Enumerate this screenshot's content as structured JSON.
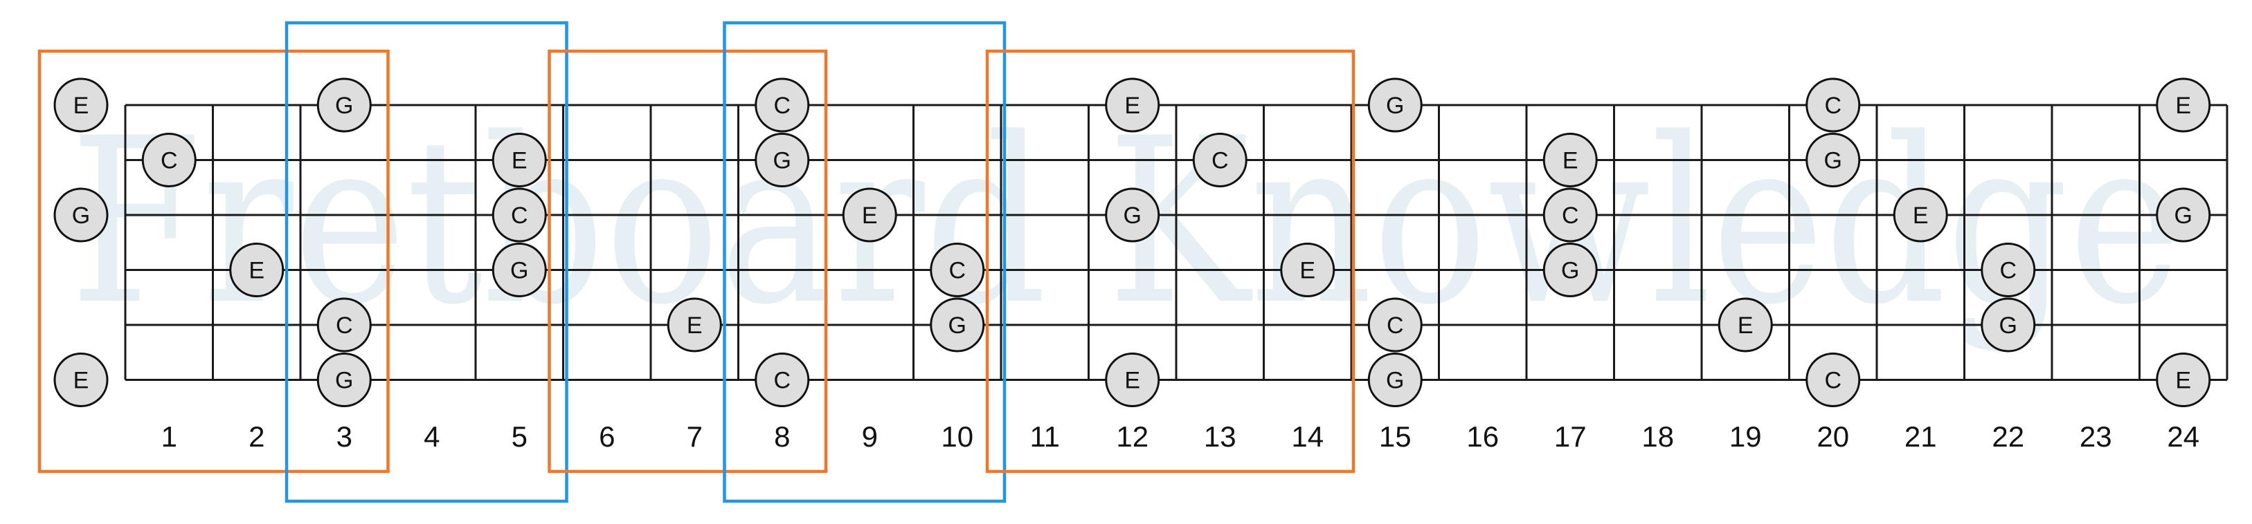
{
  "watermark": "Fretboard Knowledge",
  "colors": {
    "background": "#ffffff",
    "lines": "#1a1a1a",
    "note_fill": "#dedede",
    "note_stroke": "#111111",
    "text": "#111111",
    "orange_box": "#f07828",
    "blue_box": "#2196e8",
    "watermark": "#e6eff4"
  },
  "fretboard": {
    "strings": 6,
    "frets": 24,
    "string_labels_note": "string 1 is the top line (high E), string 6 is the bottom line (low E)"
  },
  "fret_numbers": [
    "1",
    "2",
    "3",
    "4",
    "5",
    "6",
    "7",
    "8",
    "9",
    "10",
    "11",
    "12",
    "13",
    "14",
    "15",
    "16",
    "17",
    "18",
    "19",
    "20",
    "21",
    "22",
    "23",
    "24"
  ],
  "notes": [
    {
      "fret": 0,
      "string": 1,
      "label": "E"
    },
    {
      "fret": 0,
      "string": 3,
      "label": "G"
    },
    {
      "fret": 0,
      "string": 6,
      "label": "E"
    },
    {
      "fret": 1,
      "string": 2,
      "label": "C"
    },
    {
      "fret": 2,
      "string": 4,
      "label": "E"
    },
    {
      "fret": 3,
      "string": 1,
      "label": "G"
    },
    {
      "fret": 3,
      "string": 5,
      "label": "C"
    },
    {
      "fret": 3,
      "string": 6,
      "label": "G"
    },
    {
      "fret": 5,
      "string": 2,
      "label": "E"
    },
    {
      "fret": 5,
      "string": 3,
      "label": "C"
    },
    {
      "fret": 5,
      "string": 4,
      "label": "G"
    },
    {
      "fret": 7,
      "string": 5,
      "label": "E"
    },
    {
      "fret": 8,
      "string": 1,
      "label": "C"
    },
    {
      "fret": 8,
      "string": 2,
      "label": "G"
    },
    {
      "fret": 8,
      "string": 6,
      "label": "C"
    },
    {
      "fret": 9,
      "string": 3,
      "label": "E"
    },
    {
      "fret": 10,
      "string": 4,
      "label": "C"
    },
    {
      "fret": 10,
      "string": 5,
      "label": "G"
    },
    {
      "fret": 12,
      "string": 1,
      "label": "E"
    },
    {
      "fret": 12,
      "string": 3,
      "label": "G"
    },
    {
      "fret": 12,
      "string": 6,
      "label": "E"
    },
    {
      "fret": 13,
      "string": 2,
      "label": "C"
    },
    {
      "fret": 14,
      "string": 4,
      "label": "E"
    },
    {
      "fret": 15,
      "string": 1,
      "label": "G"
    },
    {
      "fret": 15,
      "string": 5,
      "label": "C"
    },
    {
      "fret": 15,
      "string": 6,
      "label": "G"
    },
    {
      "fret": 17,
      "string": 2,
      "label": "E"
    },
    {
      "fret": 17,
      "string": 3,
      "label": "C"
    },
    {
      "fret": 17,
      "string": 4,
      "label": "G"
    },
    {
      "fret": 19,
      "string": 5,
      "label": "E"
    },
    {
      "fret": 20,
      "string": 1,
      "label": "C"
    },
    {
      "fret": 20,
      "string": 2,
      "label": "G"
    },
    {
      "fret": 20,
      "string": 6,
      "label": "C"
    },
    {
      "fret": 21,
      "string": 3,
      "label": "E"
    },
    {
      "fret": 22,
      "string": 4,
      "label": "C"
    },
    {
      "fret": 22,
      "string": 5,
      "label": "G"
    },
    {
      "fret": 24,
      "string": 1,
      "label": "E"
    },
    {
      "fret": 24,
      "string": 3,
      "label": "G"
    },
    {
      "fret": 24,
      "string": 6,
      "label": "E"
    }
  ],
  "position_boxes": [
    {
      "color": "orange",
      "fret_from": 0,
      "fret_to": 3
    },
    {
      "color": "blue",
      "fret_from": 2,
      "fret_to": 5
    },
    {
      "color": "orange",
      "fret_from": 5,
      "fret_to": 8
    },
    {
      "color": "blue",
      "fret_from": 7,
      "fret_to": 10
    },
    {
      "color": "orange",
      "fret_from": 10,
      "fret_to": 14
    }
  ]
}
